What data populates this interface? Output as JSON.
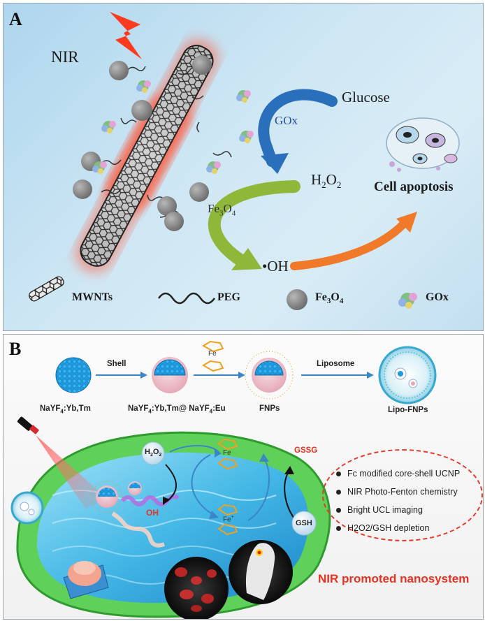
{
  "panelA": {
    "label": "A",
    "nir": "NIR",
    "glucose": "Glucose",
    "gox": "GOx",
    "h2o2_main": "H",
    "h2o2_sub1": "2",
    "h2o2_mid": "O",
    "h2o2_sub2": "2",
    "fe_main": "Fe",
    "fe_sub1": "3",
    "fe_mid": "O",
    "fe_sub2": "4",
    "oh": "•OH",
    "cell_apoptosis": "Cell apoptosis",
    "legend": {
      "mwnts": "MWNTs",
      "peg": "PEG",
      "fe3o4_main": "Fe",
      "fe3o4_sub1": "3",
      "fe3o4_mid": "O",
      "fe3o4_sub2": "4",
      "gox": "GOx"
    },
    "colors": {
      "arrow_blue": "#2a6fbb",
      "arrow_green": "#8fb83a",
      "arrow_orange": "#f07a2a",
      "glow": "#ff4a2a"
    }
  },
  "panelB": {
    "label": "B",
    "shell": "Shell",
    "fe_top": "Fe",
    "liposome": "Liposome",
    "core_label": "NaYF",
    "core_sub": "4",
    "core_tail": ":Yb,Tm",
    "cs_label": "NaYF",
    "cs_sub": "4",
    "cs_mid": ":Yb,Tm@ NaYF",
    "cs_sub2": "4",
    "cs_tail": ":Eu",
    "fnps": "FNPs",
    "lipo_fnps": "Lipo-FNPs",
    "h2o2": "H",
    "h2o2_s1": "2",
    "h2o2_o": "O",
    "h2o2_s2": "2",
    "oh": "OH",
    "fe_cycle_top": "Fe",
    "fe_cycle_bottom": "Fe",
    "fe_plus": "+",
    "gssg": "GSSG",
    "gsh": "GSH",
    "bullets": [
      "Fc modified core-shell UCNP",
      "NIR Photo-Fenton chemistry",
      "Bright UCL imaging",
      "H2O2/GSH depletion"
    ],
    "slogan": "NIR promoted nanosystem",
    "colors": {
      "accent_red": "#e53323",
      "arrow_blue": "#3a86c8",
      "orange": "#f0a01e"
    }
  }
}
